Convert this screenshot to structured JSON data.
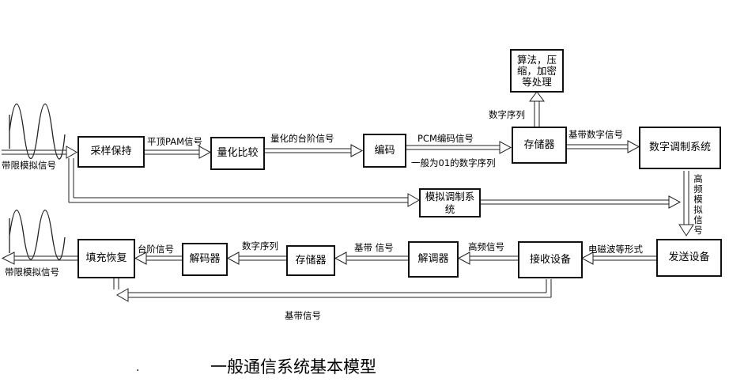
{
  "title": "一般通信系统基本模型",
  "title_dot": ".",
  "blocks": {
    "sample_hold": "采样保持",
    "quantize_compare": "量化比较",
    "encode": "编码",
    "storage_top": "存储器",
    "algorithms": "算法，压缩，加密等处理",
    "digital_modulation": "数字调制系统",
    "analog_modulation": "模拟调制系统",
    "transmit": "发送设备",
    "receive": "接收设备",
    "demodulator": "解调器",
    "storage_bottom": "存储器",
    "decode": "解码器",
    "fill_restore": "填充恢复"
  },
  "labels": {
    "input_signal": "带限模拟信号",
    "pam": "平顶PAM信号",
    "stepped": "量化的台阶信号",
    "pcm": "PCM编码信号",
    "binary_seq": "一般为01的数字序列",
    "digital_seq_up": "数字序列",
    "baseband_digital": "基带数字信号",
    "hf_analog_vertical": "高频模拟信号",
    "em_wave": "电磁波等形式",
    "hf_signal": "高频信号",
    "baseband_signal_mid": "基带 信号",
    "digital_seq_bottom": "数字序列",
    "step_signal": "台阶信号",
    "output_signal": "带限模拟信号",
    "baseband_bottom": "基带信号"
  }
}
